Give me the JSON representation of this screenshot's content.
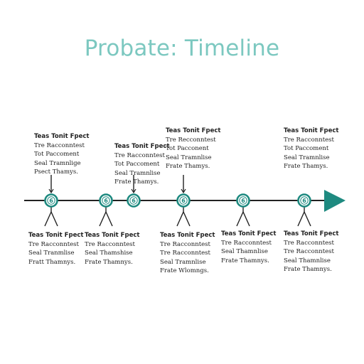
{
  "title": "Probate: Timeline",
  "colors": {
    "accent": "#1e8a80",
    "title": "#7cc8c0",
    "line": "#222222"
  },
  "milestones": [
    {
      "icon": "6",
      "above": {
        "head": "Teas Tonit Fpect",
        "lines": [
          "Tre Racconntest",
          "Tot Paccoment",
          "Seal Tramnlige",
          "Psect Thamys."
        ]
      },
      "below": {
        "head": "Teas Tonit Fpect",
        "lines": [
          "Tre Racconntest",
          "Seal Tranmlise",
          "Fratt Thamnys."
        ]
      }
    },
    {
      "icon": "6",
      "above": null,
      "below": {
        "head": "Teas Tonit Fpect",
        "lines": [
          "Tre Racconntest",
          "Seal Thamshise",
          "Frate Thamnys."
        ]
      }
    },
    {
      "icon": "6",
      "above": {
        "head": "Teas Tonit Fpect",
        "lines": [
          "Tre Racconntest",
          "Tot Paccoment",
          "Seal Tramnlise",
          "Frate Thamys."
        ]
      },
      "below": null
    },
    {
      "icon": "6",
      "above": {
        "head": "Teas Tonit Fpect",
        "lines": [
          "Tre Recconntest",
          "Tot Pacconent",
          "Seal Tramnlise",
          "Frate Thamys."
        ]
      },
      "below": {
        "head": "Teas Tonit Fpect",
        "lines": [
          "Tre Racconntest",
          "Tre Racconntest",
          "Seal Tramnlise",
          "Frate Wlomngs."
        ]
      }
    },
    {
      "icon": "6",
      "above": null,
      "below": {
        "head": "Teas Tonit Fpect",
        "lines": [
          "Tre Racconntest",
          "Seal Thamnlise",
          "Frate Thamnys."
        ]
      }
    },
    {
      "icon": "6",
      "above": {
        "head": "Teas Tonit Fpect",
        "lines": [
          "Tre Racconntest",
          "Tot Paccoment",
          "Seal Tramnlise",
          "Frate Thamys."
        ]
      },
      "below": {
        "head": "Teas Tonit Fpect",
        "lines": [
          "Tre Racconntest",
          "Tre Racconntest",
          "Seal Thamnlise",
          "Frate Thamnys."
        ]
      }
    }
  ]
}
